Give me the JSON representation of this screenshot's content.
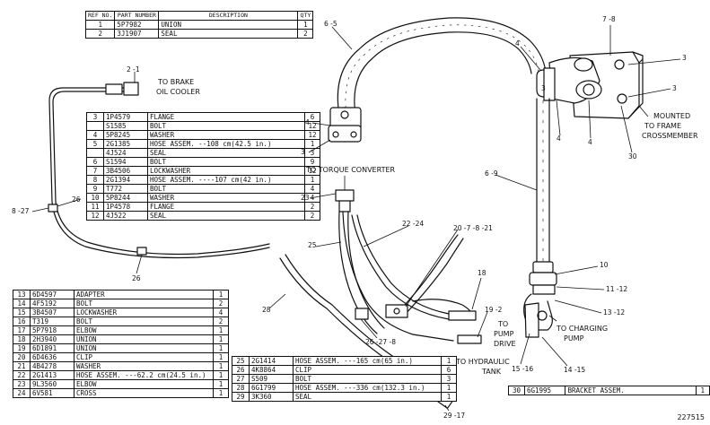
{
  "header_table": {
    "headers": [
      "REF NO.",
      "PART NUMBER",
      "DESCRIPTION",
      "QTY"
    ],
    "rows": [
      [
        "1",
        "5P7982",
        "UNION",
        "1"
      ],
      [
        "2",
        "3J1907",
        "SEAL",
        "2"
      ]
    ]
  },
  "table_mid": {
    "rows": [
      [
        "3",
        "1P4579",
        "FLANGE",
        "6"
      ],
      [
        "",
        "S1585",
        "BOLT",
        "12"
      ],
      [
        "4",
        "5P8245",
        "WASHER",
        "12"
      ],
      [
        "5",
        "2G1385",
        "HOSE ASSEM. --108 cm(42.5 in.)",
        "1"
      ],
      [
        "",
        "4J524",
        "SEAL",
        "3"
      ],
      [
        "6",
        "S1594",
        "BOLT",
        "9"
      ],
      [
        "7",
        "3B4506",
        "LOCKWASHER",
        "12"
      ],
      [
        "8",
        "2G1394",
        "HOSE ASSEM. ----107 cm(42 in.)",
        "1"
      ],
      [
        "9",
        "T772",
        "BOLT",
        "4"
      ],
      [
        "10",
        "5P8244",
        "WASHER",
        "4"
      ],
      [
        "11",
        "1P4578",
        "FLANGE",
        "2"
      ],
      [
        "12",
        "4J522",
        "SEAL",
        "2"
      ]
    ]
  },
  "table_left": {
    "rows": [
      [
        "13",
        "6D4597",
        "ADAPTER",
        "1"
      ],
      [
        "14",
        "4F5192",
        "BOLT",
        "2"
      ],
      [
        "15",
        "3B4507",
        "LOCKWASHER",
        "4"
      ],
      [
        "16",
        "T319",
        "BOLT",
        "2"
      ],
      [
        "17",
        "5P7918",
        "ELBOW",
        "1"
      ],
      [
        "18",
        "2H3940",
        "UNION",
        "1"
      ],
      [
        "19",
        "6D1891",
        "UNION",
        "1"
      ],
      [
        "20",
        "6D4636",
        "CLIP",
        "1"
      ],
      [
        "21",
        "4B4278",
        "WASHER",
        "1"
      ],
      [
        "22",
        "2G1413",
        "HOSE ASSEM. ---62.2 cm(24.5 in.)",
        "1"
      ],
      [
        "23",
        "9L3560",
        "ELBOW",
        "1"
      ],
      [
        "24",
        "6V581",
        "CROSS",
        "1"
      ]
    ]
  },
  "table_bottom": {
    "rows": [
      [
        "25",
        "2G1414",
        "HOSE ASSEM. ---165 cm(65 in.)",
        "1"
      ],
      [
        "26",
        "4K8864",
        "CLIP",
        "6"
      ],
      [
        "27",
        "S509",
        "BOLT",
        "3"
      ],
      [
        "28",
        "6G1799",
        "HOSE ASSEM. ---336 cm(132.3 in.)",
        "1"
      ],
      [
        "29",
        "3K360",
        "SEAL",
        "1"
      ]
    ]
  },
  "table_bracket": {
    "rows": [
      [
        "30",
        "6G1995",
        "BRACKET ASSEM.",
        "1"
      ]
    ]
  },
  "callouts": {
    "c2_1": "2 -1",
    "to_brake": "TO BRAKE",
    "oil_cooler": "OIL COOLER",
    "c6_5": "6 -5",
    "c7_8": "7 -8",
    "c3_top": "3",
    "c4_top": "4",
    "c3_right": "3",
    "c3_flange": "3",
    "c4_flange": "4",
    "c4_right": "4",
    "c30": "30",
    "mounted": "MOUNTED",
    "to_frame": "TO FRAME",
    "crossmember": "CROSSMEMBER",
    "c4_left": "4",
    "c3_left": "3",
    "to_torque": "TO TORQUE CONVERTER",
    "c6_9": "6 -9",
    "c23": "23",
    "c8_27": "8 -27",
    "c26_left": "26",
    "c22_24": "22 -24",
    "c20_21": "20 -7 -8 -21",
    "c25": "25",
    "c26_bottom": "26",
    "c28": "28",
    "c18": "18",
    "c19_2": "19 -2",
    "c10": "10",
    "c11_12": "11 -12",
    "c13_12": "13 -12",
    "to_charging": "TO CHARGING",
    "pump": "PUMP",
    "to": "TO",
    "pump2": "PUMP",
    "drive": "DRIVE",
    "c26_27_8": "26 -27 -8",
    "to_hydraulic": "TO HYDRAULIC",
    "tank": "TANK",
    "c15_16": "15 -16",
    "c14_15": "14 -15",
    "c29_17": "29 -17"
  },
  "figure_number": "227515"
}
